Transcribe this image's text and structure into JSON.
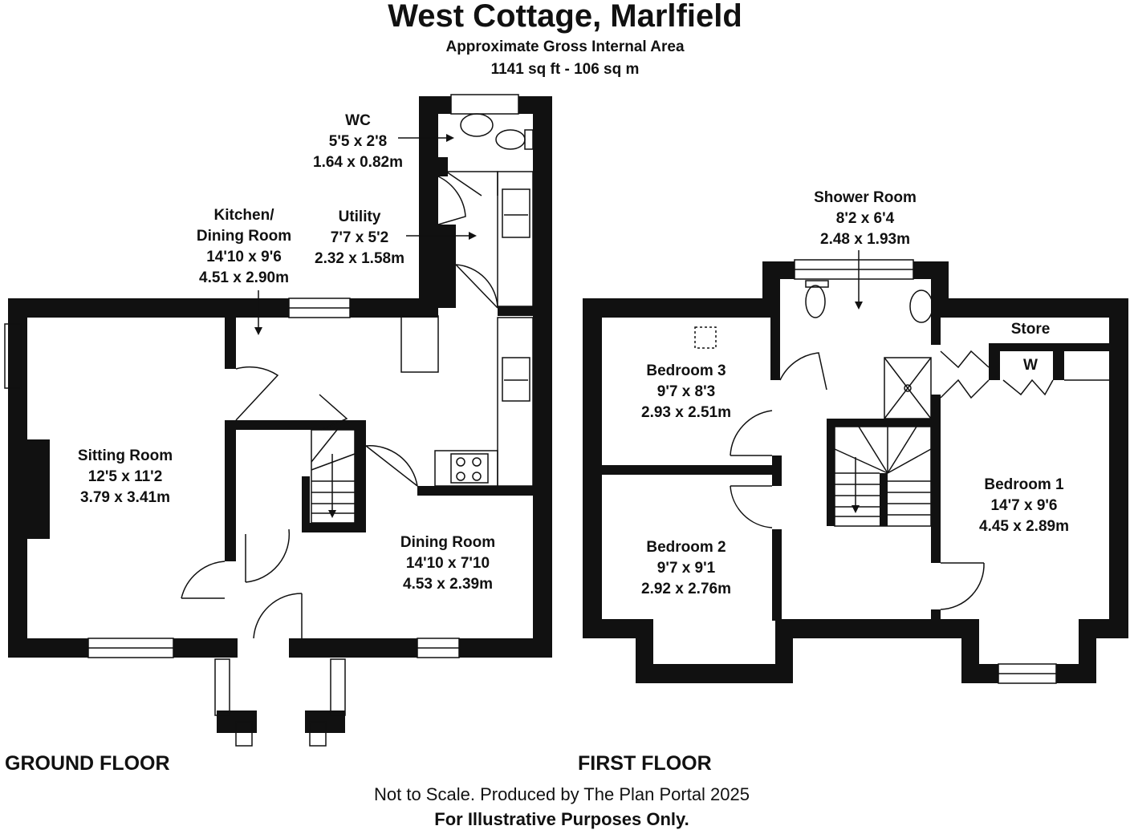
{
  "title": "West Cottage, Marlfield",
  "area_label": "Approximate Gross Internal Area",
  "area_value": "1141 sq ft - 106 sq m",
  "rooms": {
    "wc": {
      "name": "WC",
      "imperial": "5'5 x 2'8",
      "metric": "1.64 x 0.82m"
    },
    "utility": {
      "name": "Utility",
      "imperial": "7'7 x 5'2",
      "metric": "2.32 x 1.58m"
    },
    "kitchen": {
      "name1": "Kitchen/",
      "name2": "Dining Room",
      "imperial": "14'10 x 9'6",
      "metric": "4.51 x 2.90m"
    },
    "sitting": {
      "name": "Sitting Room",
      "imperial": "12'5 x 11'2",
      "metric": "3.79 x 3.41m"
    },
    "dining": {
      "name": "Dining Room",
      "imperial": "14'10 x 7'10",
      "metric": "4.53 x 2.39m"
    },
    "shower": {
      "name": "Shower Room",
      "imperial": "8'2 x 6'4",
      "metric": "2.48 x 1.93m"
    },
    "bed3": {
      "name": "Bedroom 3",
      "imperial": "9'7 x 8'3",
      "metric": "2.93 x 2.51m"
    },
    "bed2": {
      "name": "Bedroom 2",
      "imperial": "9'7 x 9'1",
      "metric": "2.92 x 2.76m"
    },
    "bed1": {
      "name": "Bedroom 1",
      "imperial": "14'7 x 9'6",
      "metric": "4.45 x 2.89m"
    },
    "store": {
      "name": "Store"
    },
    "wardrobe": {
      "name": "W"
    }
  },
  "floors": {
    "ground": "GROUND FLOOR",
    "first": "FIRST FLOOR"
  },
  "footer": {
    "line1": "Not to Scale. Produced by The Plan Portal 2025",
    "line2": "For Illustrative Purposes Only."
  }
}
